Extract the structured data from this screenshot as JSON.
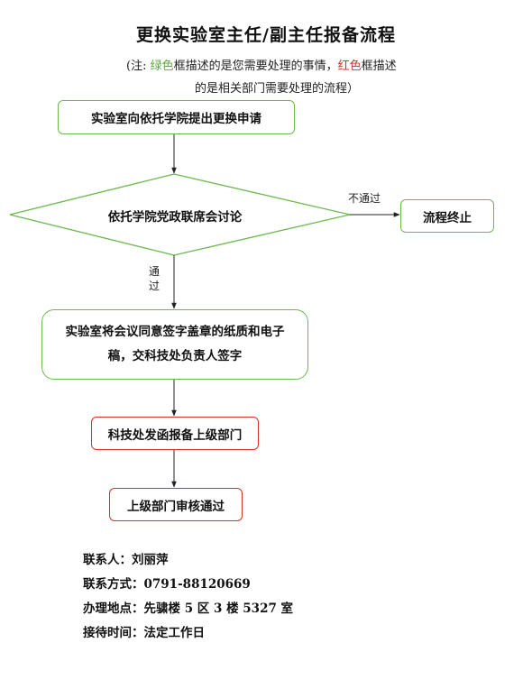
{
  "title": "更换实验室主任/副主任报备流程",
  "note": {
    "open": "(注: ",
    "green_word": "绿色",
    "mid": "框描述的是您需要处理的事情，",
    "red_word": "红色",
    "end": "框描述",
    "line2": "的是相关部门需要处理的流程）"
  },
  "colors": {
    "green": "#6cb84d",
    "red": "#d9302c"
  },
  "flow": {
    "step1": "实验室向依托学院提出更换申请",
    "decision": "依托学院党政联席会讨论",
    "no_label": "不通过",
    "end": "流程终止",
    "pass_label": "通过",
    "step3_line1": "实验室将会议同意签字盖章的纸质和电子",
    "step3_line2": "稿，交科技处负责人签字",
    "step4": "科技处发函报备上级部门",
    "step5": "上级部门审核通过"
  },
  "contact": {
    "person": "联系人：刘丽萍",
    "phone": "联系方式：0791-88120669",
    "address": "办理地点：先骕楼 5 区 3 楼 5327 室",
    "hours": "接待时间：法定工作日"
  }
}
